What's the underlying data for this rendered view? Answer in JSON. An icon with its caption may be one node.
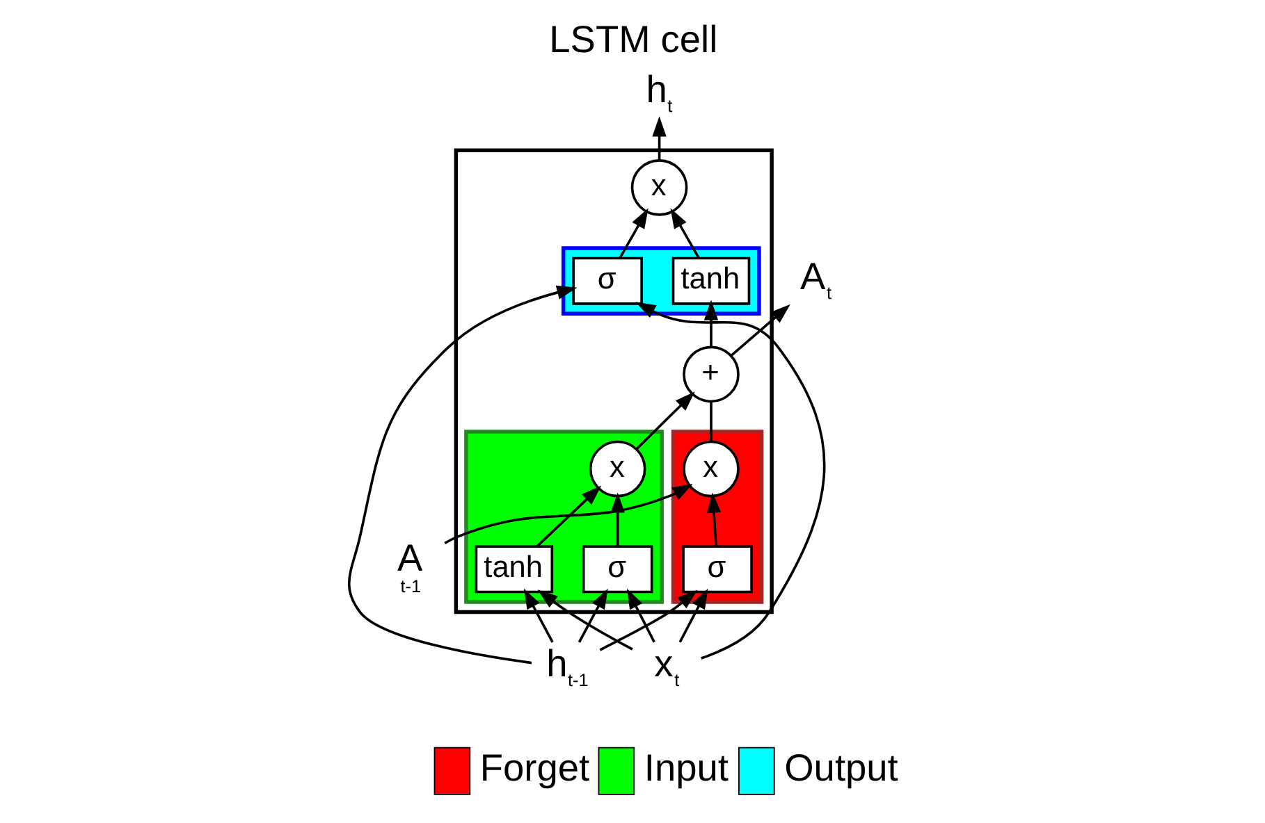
{
  "diagram": {
    "title": "LSTM cell",
    "nodes": [
      {
        "text": [],
        "shape": "box"
      },
      {
        "text": [],
        "shape": "box",
        "in": 0
      },
      {
        "text": [
          "x"
        ],
        "in": 1
      },
      {
        "text": [
          "σ"
        ],
        "in": 1
      },
      {
        "text": [
          "+"
        ],
        "in": 0
      },
      {
        "text": [],
        "shape": "box",
        "in": 0
      },
      {
        "text": [
          "x"
        ],
        "in": 5
      },
      {
        "text": [
          "σ"
        ],
        "in": 5
      },
      {
        "text": [
          "tanh"
        ],
        "in": 5
      },
      {
        "text": [],
        "shape": "box",
        "in": 0
      },
      {
        "text": [
          "tanh"
        ],
        "in": 9
      },
      {
        "text": [
          "σ"
        ],
        "in": 9
      },
      {
        "text": [
          "x"
        ],
        "in": 0
      },
      {
        "text": [
          "A",
          "t-1"
        ]
      },
      {
        "text": [
          "A$_{t}$"
        ]
      },
      {
        "text": [
          "h$_{t-1}$"
        ]
      },
      {
        "text": [
          "h$_{t}$"
        ]
      },
      {
        "text": [
          "x$_{t}$"
        ]
      }
    ],
    "edges": [
      {
        "from": 13,
        "to": 2,
        "arrow": "to"
      },
      {
        "from": 2,
        "to": 4,
        "arrow": "none"
      },
      {
        "from": 4,
        "to": 14,
        "arrow": "to"
      },
      {
        "from": 4,
        "to": 10,
        "arrow": "to"
      },
      {
        "from": 3,
        "to": 2,
        "arrow": "to"
      },
      {
        "from": 6,
        "to": 4,
        "arrow": "to"
      },
      {
        "from": 7,
        "to": 6,
        "arrow": "to"
      },
      {
        "from": 8,
        "to": 6,
        "arrow": "to"
      },
      {
        "from": 10,
        "to": 12,
        "arrow": "to"
      },
      {
        "from": 11,
        "to": 12,
        "arrow": "to"
      },
      {
        "from": 12,
        "to": 16,
        "arrow": "to"
      },
      {
        "from": 15,
        "to": 3,
        "arrow": "to"
      },
      {
        "from": 17,
        "to": 3,
        "arrow": "to"
      },
      {
        "from": 15,
        "to": 7,
        "arrow": "to"
      },
      {
        "from": 17,
        "to": 7,
        "arrow": "to"
      },
      {
        "from": 15,
        "to": 8,
        "arrow": "to"
      },
      {
        "from": 17,
        "to": 8,
        "arrow": "to"
      },
      {
        "from": 15,
        "to": 11,
        "arrow": "to"
      },
      {
        "from": 17,
        "to": 11,
        "arrow": "to"
      }
    ],
    "legend": [
      {
        "text": "Forget",
        "color": "#ff0000"
      },
      {
        "text": "Input",
        "color": "#00ff00"
      },
      {
        "text": "Output",
        "color": "#00ffff"
      }
    ]
  }
}
